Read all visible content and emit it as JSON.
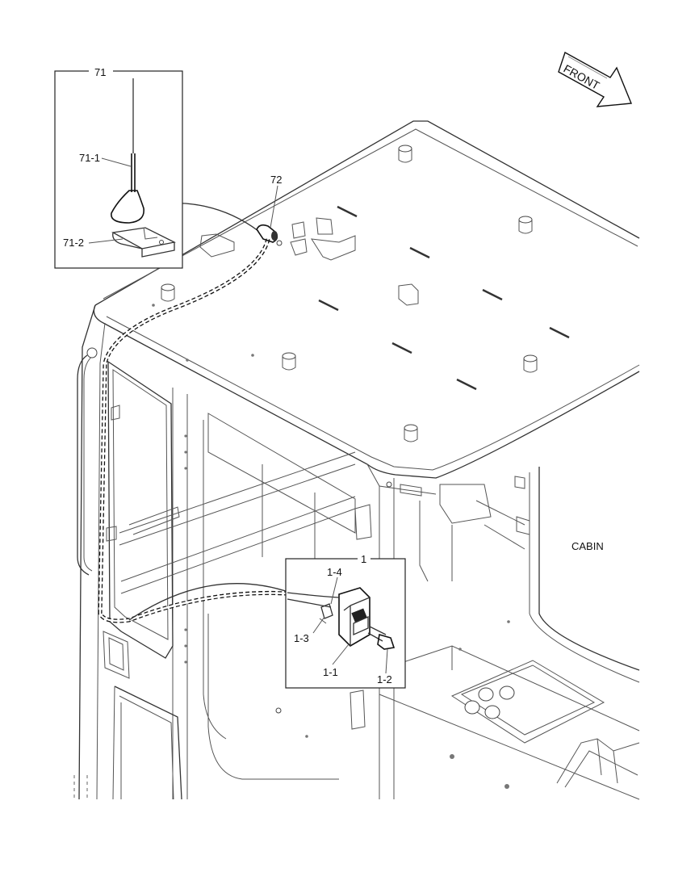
{
  "labels": {
    "front": "FRONT",
    "cabin": "CABIN",
    "callout_71": "71",
    "callout_71_1": "71-1",
    "callout_71_2": "71-2",
    "callout_72": "72",
    "callout_1": "1",
    "callout_1_1": "1-1",
    "callout_1_2": "1-2",
    "callout_1_3": "1-3",
    "callout_1_4": "1-4"
  }
}
